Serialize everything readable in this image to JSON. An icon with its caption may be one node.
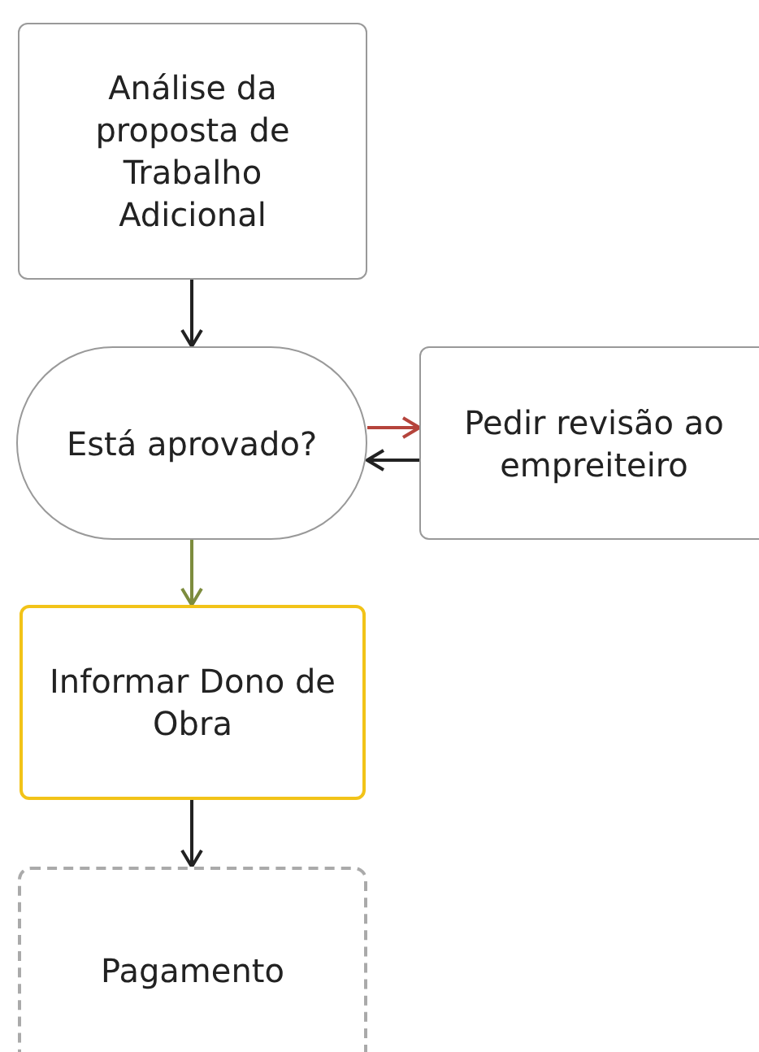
{
  "diagram": {
    "nodes": [
      {
        "text": [
          "Análise da proposta de Trabalho Adicional"
        ]
      },
      {
        "text": [
          "Está aprovado?"
        ]
      },
      {
        "text": [
          "Pedir revisão ao empreiteiro"
        ]
      },
      {
        "text": [
          "Informar Dono de Obra"
        ]
      },
      {
        "text": [
          "Pagamento"
        ]
      }
    ],
    "edges": [
      {
        "from": 0,
        "to": 1,
        "arrow": "to"
      },
      {
        "from": 1,
        "to": 2,
        "arrow": "to",
        "color": "#b5443c"
      },
      {
        "from": 2,
        "to": 1,
        "arrow": "to"
      },
      {
        "from": 1,
        "to": 3,
        "arrow": "to",
        "color": "#7d8c3e"
      },
      {
        "from": 3,
        "to": 4,
        "arrow": "to"
      }
    ]
  }
}
